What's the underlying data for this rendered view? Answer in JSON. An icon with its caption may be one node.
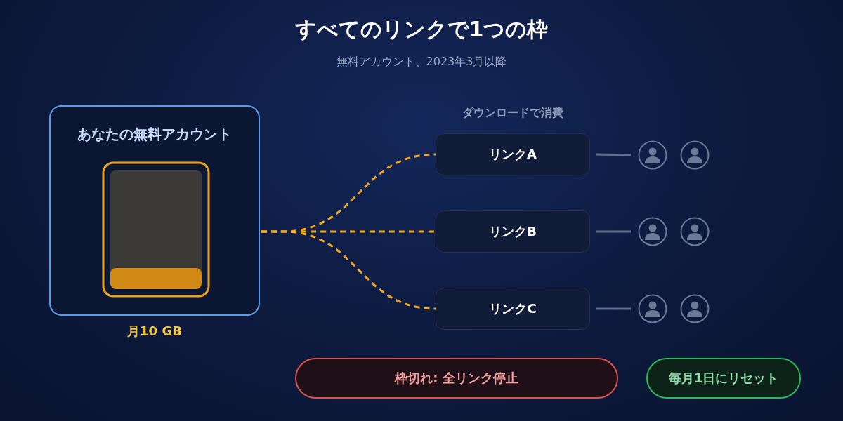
{
  "diagram": {
    "title": "すべてのリンクで1つの枠",
    "nodes": [
      {
        "text": [
          "あなたの無料アカウント"
        ],
        "beside": [
          "月10 GB"
        ]
      },
      {
        "text": [
          "リンクA"
        ]
      },
      {
        "text": [
          "リンクB"
        ]
      },
      {
        "text": [
          "リンクC"
        ]
      },
      {
        "text": [],
        "shape": "person"
      },
      {
        "text": [],
        "shape": "person"
      },
      {
        "text": [],
        "shape": "person"
      },
      {
        "text": [],
        "shape": "person"
      },
      {
        "text": [],
        "shape": "person"
      },
      {
        "text": [],
        "shape": "person"
      },
      {
        "text": [
          "枠切れ: 全リンク停止"
        ]
      },
      {
        "text": [
          "毎月1日にリセット"
        ]
      }
    ],
    "edges": [
      {
        "from": 0,
        "to": 1,
        "arrow": "none",
        "style": "dashed",
        "color": "#f0a623"
      },
      {
        "from": 0,
        "to": 2,
        "arrow": "none",
        "style": "dashed",
        "color": "#f0a623"
      },
      {
        "from": 0,
        "to": 3,
        "arrow": "none",
        "style": "dashed",
        "color": "#f0a623"
      },
      {
        "from": 1,
        "to": 4,
        "arrow": "none",
        "color": "#5f6f8c"
      },
      {
        "from": 2,
        "to": 6,
        "arrow": "none",
        "color": "#5f6f8c"
      },
      {
        "from": 3,
        "to": 8,
        "arrow": "none",
        "color": "#5f6f8c"
      }
    ],
    "labels": [
      "無料アカウント、2023年3月以降",
      "ダウンロードで消費"
    ]
  }
}
